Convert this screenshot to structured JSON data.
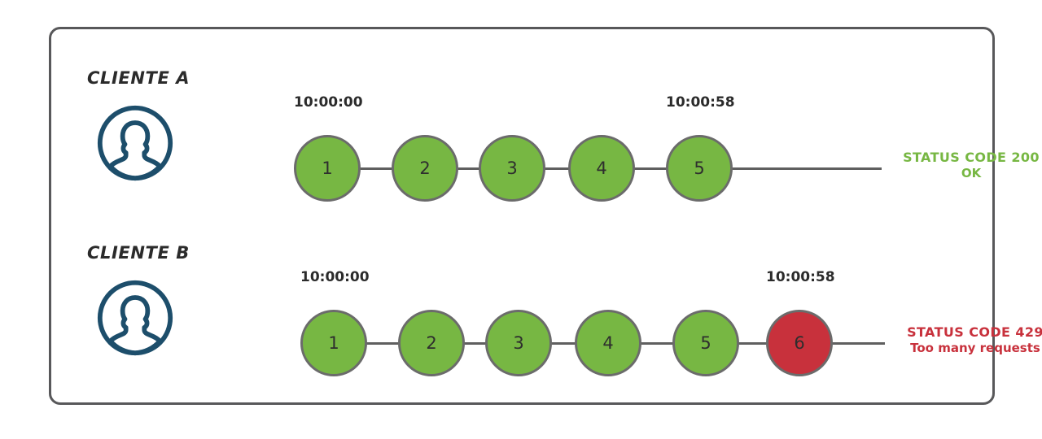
{
  "diagram": {
    "title_present": false,
    "colors": {
      "panel_border": "#58585a",
      "node_ok": "#77b743",
      "node_error": "#c8313c",
      "node_stroke": "#6b6b6b",
      "rail": "#5f5f5f",
      "avatar": "#1d4e6b",
      "text": "#2b2b2b"
    },
    "rows": [
      {
        "id": "cliente-a",
        "label": "CLIENTE A",
        "avatar_icon": "user-avatar-icon",
        "start_time": "10:00:00",
        "end_time": "10:00:58",
        "nodes": [
          {
            "n": "1",
            "state": "ok"
          },
          {
            "n": "2",
            "state": "ok"
          },
          {
            "n": "3",
            "state": "ok"
          },
          {
            "n": "4",
            "state": "ok"
          },
          {
            "n": "5",
            "state": "ok"
          }
        ],
        "status": {
          "state": "ok",
          "line1": "STATUS CODE 200",
          "line2": "OK"
        }
      },
      {
        "id": "cliente-b",
        "label": "CLIENTE B",
        "avatar_icon": "user-avatar-icon",
        "start_time": "10:00:00",
        "end_time": "10:00:58",
        "nodes": [
          {
            "n": "1",
            "state": "ok"
          },
          {
            "n": "2",
            "state": "ok"
          },
          {
            "n": "3",
            "state": "ok"
          },
          {
            "n": "4",
            "state": "ok"
          },
          {
            "n": "5",
            "state": "ok"
          },
          {
            "n": "6",
            "state": "error"
          }
        ],
        "status": {
          "state": "error",
          "line1": "STATUS CODE 429",
          "line2": "Too many requests"
        }
      }
    ]
  }
}
